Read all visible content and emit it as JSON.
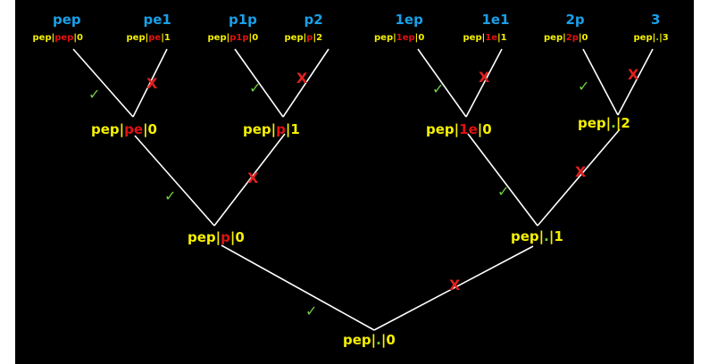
{
  "colors": {
    "background": "#000000",
    "base": "#f5f000",
    "middle": "#e01010",
    "dot": "#6fcf3f",
    "title": "#1a9fe8",
    "line": "#ffffff",
    "tick": "#6fcf3f",
    "cross": "#e02020"
  },
  "leaves": [
    {
      "title": "pep",
      "p": "pep",
      "m": "pep",
      "s": "0"
    },
    {
      "title": "pe1",
      "p": "pep",
      "m": "pe",
      "s": "1"
    },
    {
      "title": "p1p",
      "p": "pep",
      "m": "p1p",
      "s": "0"
    },
    {
      "title": "p2",
      "p": "pep",
      "m": "p",
      "s": "2"
    },
    {
      "title": "1ep",
      "p": "pep",
      "m": "1ep",
      "s": "0"
    },
    {
      "title": "1e1",
      "p": "pep",
      "m": "1e",
      "s": "1"
    },
    {
      "title": "2p",
      "p": "pep",
      "m": "2p",
      "s": "0"
    },
    {
      "title": "3",
      "p": "pep",
      "m": ".",
      "s": "3"
    }
  ],
  "level2": [
    {
      "p": "pep",
      "m": "pe",
      "s": "0"
    },
    {
      "p": "pep",
      "m": "p",
      "s": "1"
    },
    {
      "p": "pep",
      "m": "1e",
      "s": "0"
    },
    {
      "p": "pep",
      "m": ".",
      "s": "2"
    }
  ],
  "level1": [
    {
      "p": "pep",
      "m": "p",
      "s": "0"
    },
    {
      "p": "pep",
      "m": ".",
      "s": "1"
    }
  ],
  "root": {
    "p": "pep",
    "m": ".",
    "s": "0"
  },
  "marks": {
    "tick": "✓",
    "cross": "X"
  }
}
